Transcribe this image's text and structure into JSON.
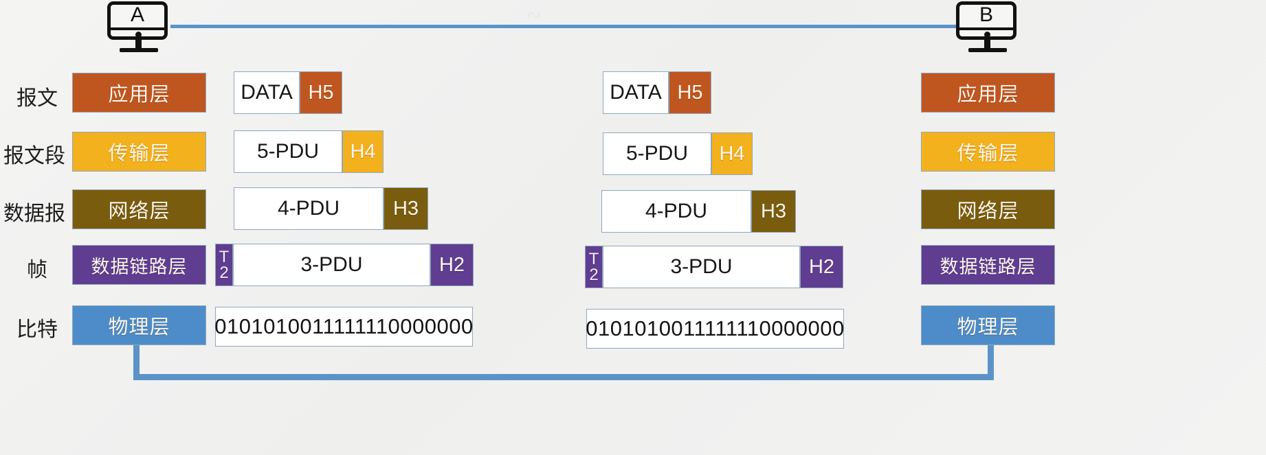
{
  "hosts": {
    "left": {
      "label": "A",
      "name": "host-a"
    },
    "right": {
      "label": "B",
      "name": "host-b"
    }
  },
  "colors": {
    "application": "#C0561F",
    "transport": "#F2B11D",
    "network": "#7A5C0E",
    "datalink": "#5F3D91",
    "physical": "#4D8CC8",
    "wire": "#5B93C8",
    "background": "#F2F2F1",
    "box_border": "#8FA7BD"
  },
  "rows": [
    {
      "pdu_name": "报文",
      "layer": "应用层",
      "color_key": "application",
      "body": "DATA",
      "header": "H5",
      "trailer": null
    },
    {
      "pdu_name": "报文段",
      "layer": "传输层",
      "color_key": "transport",
      "body": "5-PDU",
      "header": "H4",
      "trailer": null
    },
    {
      "pdu_name": "数据报",
      "layer": "网络层",
      "color_key": "network",
      "body": "4-PDU",
      "header": "H3",
      "trailer": null
    },
    {
      "pdu_name": "帧",
      "layer": "数据链路层",
      "color_key": "datalink",
      "body": "3-PDU",
      "header": "H2",
      "trailer": {
        "top": "T",
        "bottom": "2"
      }
    },
    {
      "pdu_name": "比特",
      "layer": "物理层",
      "color_key": "physical",
      "body": "0101010011111110000000",
      "header": null,
      "trailer": null
    }
  ]
}
